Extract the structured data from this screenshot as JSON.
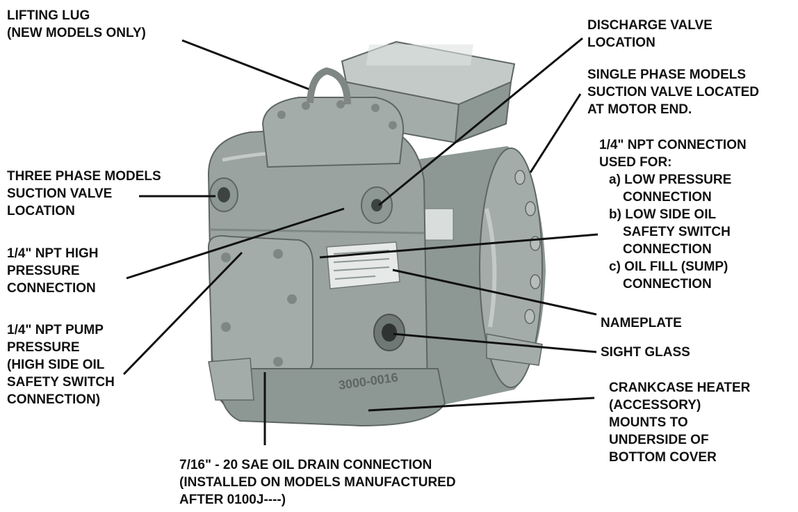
{
  "colors": {
    "compressor_body": "#9aa3a0",
    "compressor_shade": "#6f7875",
    "compressor_highlight": "#c3cac7",
    "leader_line": "#111111",
    "text": "#111111"
  },
  "labels": {
    "lifting_lug": [
      "LIFTING LUG",
      "(NEW MODELS ONLY)"
    ],
    "discharge_valve": [
      "DISCHARGE VALVE",
      "LOCATION"
    ],
    "single_phase": [
      "SINGLE PHASE MODELS",
      "SUCTION VALVE LOCATED",
      "AT MOTOR END."
    ],
    "npt_connection": {
      "heading": [
        "1/4\" NPT CONNECTION",
        "USED FOR:"
      ],
      "item_a": [
        "a) LOW PRESSURE",
        "CONNECTION"
      ],
      "item_b": [
        "b) LOW SIDE OIL",
        "SAFETY SWITCH",
        "CONNECTION"
      ],
      "item_c": [
        "c) OIL FILL (SUMP)",
        "CONNECTION"
      ]
    },
    "three_phase": [
      "THREE PHASE MODELS",
      "SUCTION VALVE",
      "LOCATION"
    ],
    "high_pressure": [
      "1/4\" NPT  HIGH",
      "PRESSURE",
      "CONNECTION"
    ],
    "pump_pressure": [
      "1/4\" NPT PUMP",
      "PRESSURE",
      "(HIGH SIDE OIL",
      "SAFETY SWITCH",
      "CONNECTION)"
    ],
    "nameplate": [
      "NAMEPLATE"
    ],
    "sight_glass": [
      "SIGHT GLASS"
    ],
    "crankcase_heater": [
      "CRANKCASE HEATER",
      "(ACCESSORY)",
      "MOUNTS TO",
      "UNDERSIDE OF",
      "BOTTOM COVER"
    ],
    "oil_drain": [
      "7/16\" - 20 SAE OIL DRAIN CONNECTION",
      "(INSTALLED ON MODELS MANUFACTURED",
      "AFTER 0100J----)"
    ]
  },
  "casting_mark": "3000-0016"
}
